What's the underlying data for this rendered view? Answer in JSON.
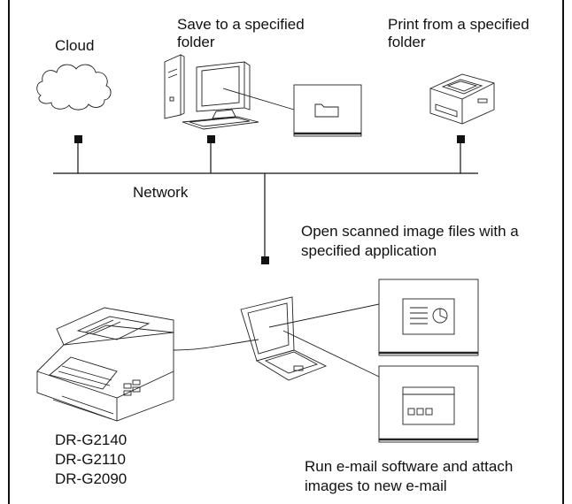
{
  "labels": {
    "cloud": "Cloud",
    "save_folder": [
      "Save to a specified",
      "folder"
    ],
    "print_folder": [
      "Print from a specified",
      "folder"
    ],
    "network": "Network",
    "open_app": [
      "Open scanned image files with a",
      "specified application"
    ],
    "models": [
      "DR-G2140",
      "DR-G2110",
      "DR-G2090"
    ],
    "email": [
      "Run e-mail software and attach",
      "images to new e-mail"
    ]
  },
  "icons": {
    "cloud": "cloud-icon",
    "desktop": "desktop-computer-icon",
    "folder": "folder-icon",
    "printer": "printer-icon",
    "scanner": "scanner-icon",
    "laptop": "laptop-icon",
    "presentation": "presentation-app-icon",
    "email_window": "email-window-icon"
  }
}
